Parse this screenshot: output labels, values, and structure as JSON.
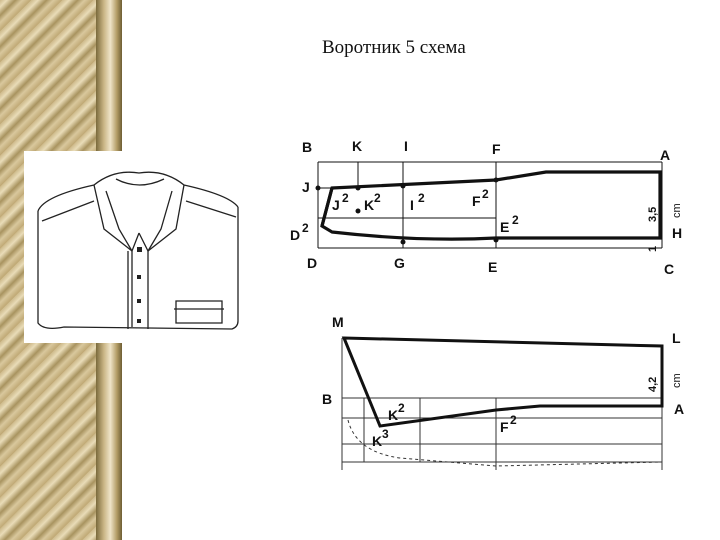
{
  "title": "Воротник 5 схема",
  "top_diagram": {
    "labels": {
      "B": "B",
      "K": "K",
      "I": "I",
      "F": "F",
      "A": "A",
      "J": "J",
      "J2": "J",
      "K2": "K",
      "I2": "I",
      "F2": "F",
      "E2": "E",
      "D2": "D",
      "D": "D",
      "G": "G",
      "E": "E",
      "C": "C",
      "H": "H",
      "sup2": "2",
      "dim": "3,5",
      "unit": "cm",
      "one": "1"
    }
  },
  "bottom_diagram": {
    "labels": {
      "M": "M",
      "L": "L",
      "B": "B",
      "A": "A",
      "K2": "K",
      "K3": "K",
      "F2": "F",
      "sup2": "2",
      "sup3": "3",
      "dim": "4,2",
      "unit": "cm"
    }
  }
}
